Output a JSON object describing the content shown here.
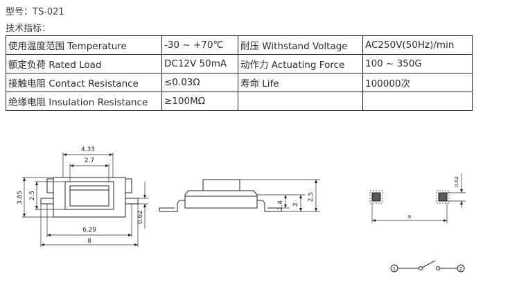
{
  "header": {
    "model": "型号：TS-021",
    "spec_label": "技术指标："
  },
  "specs": {
    "rows": [
      [
        "使用温度范围 Temperature",
        "-30 ~ +70℃",
        "耐压 Withstand Voltage",
        "AC250V(50Hz)/min"
      ],
      [
        "额定负荷 Rated Load",
        "DC12V 50mA",
        "动作力 Actuating Force",
        "100 ~ 350G"
      ],
      [
        "接触电阻 Contact Resistance",
        "≤0.03Ω",
        "寿命 Life",
        "100000次"
      ],
      [
        "绝缘电阻 Insulation Resistance",
        "≥100MΩ",
        "",
        ""
      ]
    ]
  },
  "drawings": {
    "front": {
      "dim_width_top": "4.33",
      "dim_width_inner": "2.7",
      "dim_height_outer": "3.85",
      "dim_height_inner": "2.5",
      "dim_pin": "0.62",
      "dim_body": "6.29",
      "dim_total": "8"
    },
    "side": {
      "dim_a": "1.4",
      "dim_b": "2",
      "dim_c": "2.5"
    },
    "footprint": {
      "dim_pad": "0.62",
      "dim_span": "8"
    },
    "schematic": {
      "pin1": "1",
      "pin2": "2"
    }
  }
}
